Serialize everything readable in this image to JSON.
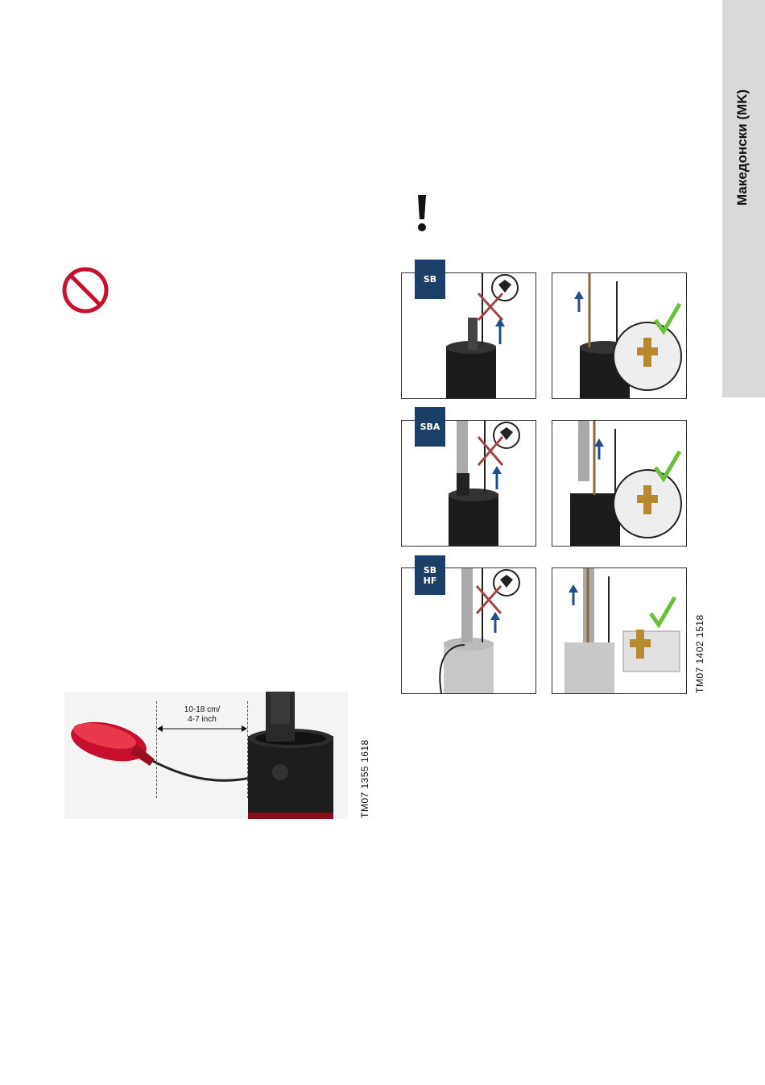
{
  "side_tab": {
    "language_label": "Македонски (MK)"
  },
  "float_switch_figure": {
    "distance_label_line1": "10-18 cm/",
    "distance_label_line2": "4-7 inch",
    "figure_code": "TM07 1355 1618"
  },
  "installation_figure": {
    "figure_code": "TM07 1402 1518",
    "rows": [
      {
        "model_line1": "SB",
        "model_line2": ""
      },
      {
        "model_line1": "SBA",
        "model_line2": ""
      },
      {
        "model_line1": "SB",
        "model_line2": "HF"
      }
    ]
  },
  "colors": {
    "prohibition_red": "#c8102e",
    "label_blue": "#1b3f66",
    "arrow_blue": "#1f4e8c",
    "check_green": "#6abf3a",
    "cross_red": "#a04848"
  },
  "icons": {
    "prohibition": "prohibition-icon",
    "caution": "exclamation-icon",
    "check": "check-icon",
    "cross": "cross-icon",
    "arrow": "arrow-up-icon"
  }
}
